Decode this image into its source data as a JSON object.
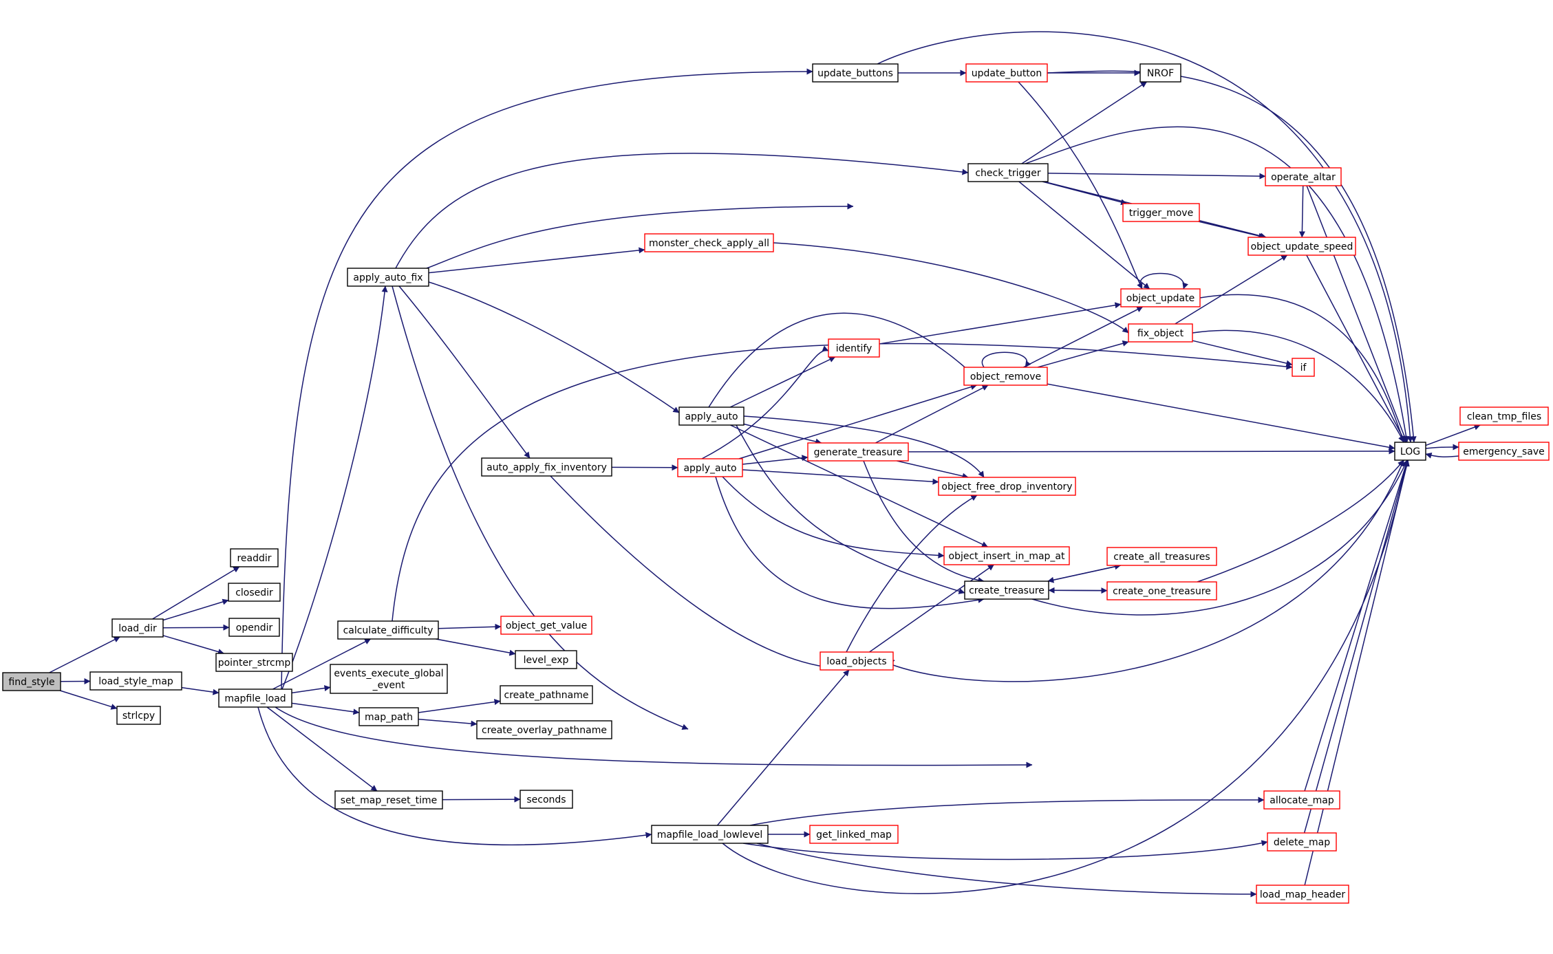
{
  "colors": {
    "edge": "#191970",
    "root_fill": "#bfbfbf",
    "border_black": "#000000",
    "border_red": "#ff0000"
  },
  "nodes": [
    {
      "id": "find_style",
      "label": "find_style",
      "border": "root"
    },
    {
      "id": "load_dir",
      "label": "load_dir",
      "border": "black"
    },
    {
      "id": "load_style_map",
      "label": "load_style_map",
      "border": "black"
    },
    {
      "id": "strlcpy",
      "label": "strlcpy",
      "border": "black"
    },
    {
      "id": "readdir",
      "label": "readdir",
      "border": "black"
    },
    {
      "id": "closedir",
      "label": "closedir",
      "border": "black"
    },
    {
      "id": "opendir",
      "label": "opendir",
      "border": "black"
    },
    {
      "id": "pointer_strcmp",
      "label": "pointer_strcmp",
      "border": "black"
    },
    {
      "id": "mapfile_load",
      "label": "mapfile_load",
      "border": "black"
    },
    {
      "id": "apply_auto_fix",
      "label": "apply_auto_fix",
      "border": "black"
    },
    {
      "id": "calculate_difficulty",
      "label": "calculate_difficulty",
      "border": "black"
    },
    {
      "id": "events_execute_global_event",
      "label": "events_execute_global\n_event",
      "border": "black"
    },
    {
      "id": "map_path",
      "label": "map_path",
      "border": "black"
    },
    {
      "id": "set_map_reset_time",
      "label": "set_map_reset_time",
      "border": "black"
    },
    {
      "id": "object_get_value",
      "label": "object_get_value",
      "border": "red"
    },
    {
      "id": "level_exp",
      "label": "level_exp",
      "border": "black"
    },
    {
      "id": "create_pathname",
      "label": "create_pathname",
      "border": "black"
    },
    {
      "id": "create_overlay_pathname",
      "label": "create_overlay_pathname",
      "border": "black"
    },
    {
      "id": "seconds",
      "label": "seconds",
      "border": "black"
    },
    {
      "id": "mapfile_load_lowlevel",
      "label": "mapfile_load_lowlevel",
      "border": "black"
    },
    {
      "id": "update_buttons",
      "label": "update_buttons",
      "border": "black"
    },
    {
      "id": "update_button",
      "label": "update_button",
      "border": "red"
    },
    {
      "id": "NROF",
      "label": "NROF",
      "border": "black"
    },
    {
      "id": "check_trigger",
      "label": "check_trigger",
      "border": "black"
    },
    {
      "id": "operate_altar",
      "label": "operate_altar",
      "border": "red"
    },
    {
      "id": "trigger_move",
      "label": "trigger_move",
      "border": "red"
    },
    {
      "id": "object_update_speed",
      "label": "object_update_speed",
      "border": "red"
    },
    {
      "id": "monster_check_apply_all",
      "label": "monster_check_apply_all",
      "border": "red"
    },
    {
      "id": "object_update",
      "label": "object_update",
      "border": "red"
    },
    {
      "id": "fix_object",
      "label": "fix_object",
      "border": "red"
    },
    {
      "id": "if",
      "label": "if",
      "border": "red"
    },
    {
      "id": "identify",
      "label": "identify",
      "border": "red"
    },
    {
      "id": "object_remove",
      "label": "object_remove",
      "border": "red"
    },
    {
      "id": "apply_auto_black",
      "label": "apply_auto",
      "border": "black"
    },
    {
      "id": "auto_apply_fix_inventory",
      "label": "auto_apply_fix_inventory",
      "border": "black"
    },
    {
      "id": "apply_auto_red",
      "label": "apply_auto",
      "border": "red"
    },
    {
      "id": "generate_treasure",
      "label": "generate_treasure",
      "border": "red"
    },
    {
      "id": "object_free_drop_inventory",
      "label": "object_free_drop_inventory",
      "border": "red"
    },
    {
      "id": "object_insert_in_map_at",
      "label": "object_insert_in_map_at",
      "border": "red"
    },
    {
      "id": "create_treasure",
      "label": "create_treasure",
      "border": "black"
    },
    {
      "id": "create_all_treasures",
      "label": "create_all_treasures",
      "border": "red"
    },
    {
      "id": "create_one_treasure",
      "label": "create_one_treasure",
      "border": "red"
    },
    {
      "id": "load_objects",
      "label": "load_objects",
      "border": "red"
    },
    {
      "id": "LOG",
      "label": "LOG",
      "border": "black"
    },
    {
      "id": "clean_tmp_files",
      "label": "clean_tmp_files",
      "border": "red"
    },
    {
      "id": "emergency_save",
      "label": "emergency_save",
      "border": "red"
    },
    {
      "id": "allocate_map",
      "label": "allocate_map",
      "border": "red"
    },
    {
      "id": "get_linked_map",
      "label": "get_linked_map",
      "border": "red"
    },
    {
      "id": "delete_map",
      "label": "delete_map",
      "border": "red"
    },
    {
      "id": "load_map_header",
      "label": "load_map_header",
      "border": "red"
    }
  ],
  "edges": [
    [
      "find_style",
      "load_dir"
    ],
    [
      "find_style",
      "load_style_map"
    ],
    [
      "find_style",
      "strlcpy"
    ],
    [
      "load_dir",
      "readdir"
    ],
    [
      "load_dir",
      "closedir"
    ],
    [
      "load_dir",
      "opendir"
    ],
    [
      "load_dir",
      "pointer_strcmp"
    ],
    [
      "load_style_map",
      "mapfile_load"
    ],
    [
      "mapfile_load",
      "update_buttons"
    ],
    [
      "mapfile_load",
      "apply_auto_fix"
    ],
    [
      "mapfile_load",
      "calculate_difficulty"
    ],
    [
      "mapfile_load",
      "events_execute_global_event"
    ],
    [
      "mapfile_load",
      "map_path"
    ],
    [
      "mapfile_load",
      "set_map_reset_time"
    ],
    [
      "mapfile_load",
      "mapfile_load_lowlevel"
    ],
    [
      "mapfile_load",
      "LOG"
    ],
    [
      "apply_auto_fix",
      "check_trigger"
    ],
    [
      "apply_auto_fix",
      "monster_check_apply_all"
    ],
    [
      "apply_auto_fix",
      "object_update_speed"
    ],
    [
      "apply_auto_fix",
      "apply_auto_black"
    ],
    [
      "apply_auto_fix",
      "auto_apply_fix_inventory"
    ],
    [
      "apply_auto_fix",
      "create_treasure"
    ],
    [
      "calculate_difficulty",
      "object_get_value"
    ],
    [
      "calculate_difficulty",
      "level_exp"
    ],
    [
      "calculate_difficulty",
      "if"
    ],
    [
      "map_path",
      "create_pathname"
    ],
    [
      "map_path",
      "create_overlay_pathname"
    ],
    [
      "set_map_reset_time",
      "seconds"
    ],
    [
      "update_buttons",
      "update_button"
    ],
    [
      "update_buttons",
      "LOG"
    ],
    [
      "update_button",
      "NROF"
    ],
    [
      "update_button",
      "object_update"
    ],
    [
      "update_button",
      "LOG"
    ],
    [
      "check_trigger",
      "NROF"
    ],
    [
      "check_trigger",
      "operate_altar"
    ],
    [
      "check_trigger",
      "trigger_move"
    ],
    [
      "check_trigger",
      "object_update_speed"
    ],
    [
      "check_trigger",
      "object_update"
    ],
    [
      "check_trigger",
      "LOG"
    ],
    [
      "operate_altar",
      "object_update_speed"
    ],
    [
      "operate_altar",
      "LOG"
    ],
    [
      "trigger_move",
      "object_update_speed"
    ],
    [
      "object_update_speed",
      "LOG"
    ],
    [
      "monster_check_apply_all",
      "fix_object"
    ],
    [
      "object_update",
      "object_update"
    ],
    [
      "object_update",
      "LOG"
    ],
    [
      "fix_object",
      "object_update_speed"
    ],
    [
      "fix_object",
      "if"
    ],
    [
      "fix_object",
      "LOG"
    ],
    [
      "identify",
      "object_update"
    ],
    [
      "object_remove",
      "object_remove"
    ],
    [
      "object_remove",
      "object_update"
    ],
    [
      "object_remove",
      "fix_object"
    ],
    [
      "object_remove",
      "LOG"
    ],
    [
      "apply_auto_black",
      "identify"
    ],
    [
      "apply_auto_black",
      "object_remove"
    ],
    [
      "apply_auto_black",
      "generate_treasure"
    ],
    [
      "apply_auto_black",
      "object_free_drop_inventory"
    ],
    [
      "apply_auto_black",
      "object_insert_in_map_at"
    ],
    [
      "apply_auto_black",
      "create_treasure"
    ],
    [
      "auto_apply_fix_inventory",
      "apply_auto_red"
    ],
    [
      "auto_apply_fix_inventory",
      "create_treasure"
    ],
    [
      "apply_auto_red",
      "identify"
    ],
    [
      "apply_auto_red",
      "object_remove"
    ],
    [
      "apply_auto_red",
      "generate_treasure"
    ],
    [
      "apply_auto_red",
      "object_free_drop_inventory"
    ],
    [
      "apply_auto_red",
      "object_insert_in_map_at"
    ],
    [
      "apply_auto_red",
      "create_treasure"
    ],
    [
      "generate_treasure",
      "object_remove"
    ],
    [
      "generate_treasure",
      "object_free_drop_inventory"
    ],
    [
      "generate_treasure",
      "create_treasure"
    ],
    [
      "generate_treasure",
      "LOG"
    ],
    [
      "create_treasure",
      "create_all_treasures"
    ],
    [
      "create_treasure",
      "create_one_treasure"
    ],
    [
      "create_treasure",
      "LOG"
    ],
    [
      "create_all_treasures",
      "create_treasure"
    ],
    [
      "create_one_treasure",
      "create_treasure"
    ],
    [
      "create_one_treasure",
      "LOG"
    ],
    [
      "load_objects",
      "object_free_drop_inventory"
    ],
    [
      "load_objects",
      "object_insert_in_map_at"
    ],
    [
      "load_objects",
      "LOG"
    ],
    [
      "mapfile_load_lowlevel",
      "load_objects"
    ],
    [
      "mapfile_load_lowlevel",
      "allocate_map"
    ],
    [
      "mapfile_load_lowlevel",
      "get_linked_map"
    ],
    [
      "mapfile_load_lowlevel",
      "delete_map"
    ],
    [
      "mapfile_load_lowlevel",
      "load_map_header"
    ],
    [
      "mapfile_load_lowlevel",
      "LOG"
    ],
    [
      "allocate_map",
      "LOG"
    ],
    [
      "delete_map",
      "LOG"
    ],
    [
      "load_map_header",
      "LOG"
    ],
    [
      "LOG",
      "clean_tmp_files"
    ],
    [
      "LOG",
      "emergency_save"
    ],
    [
      "emergency_save",
      "LOG"
    ]
  ]
}
